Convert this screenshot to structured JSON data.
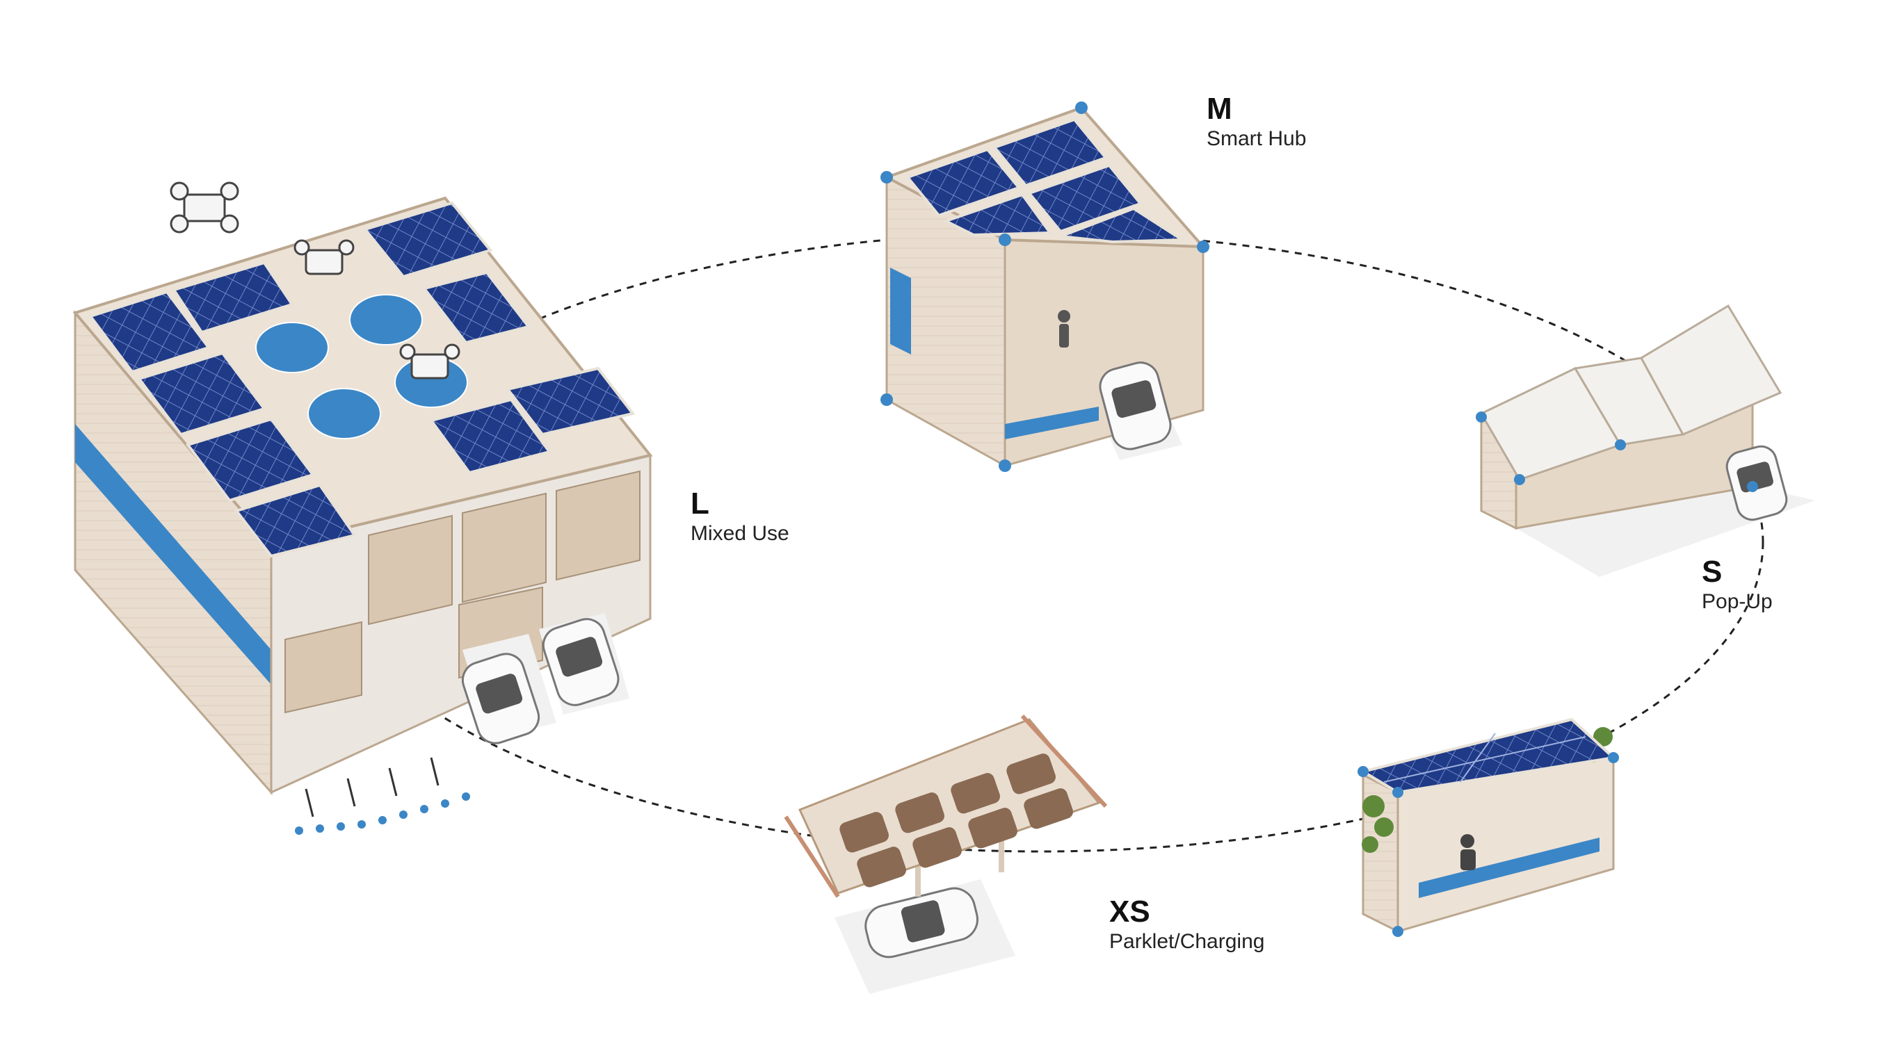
{
  "modules": [
    {
      "size": "L",
      "name": "Mixed Use"
    },
    {
      "size": "M",
      "name": "Smart Hub"
    },
    {
      "size": "S",
      "name": "Pop-Up"
    },
    {
      "size": "XS",
      "name": "Parklet/Charging"
    }
  ],
  "colors": {
    "wood": "#e9ddd0",
    "wood_dark": "#cdb9a3",
    "panel_wall": "#ebe6e0",
    "blue": "#3b86c6",
    "solar": "#1f3a86",
    "solar_line": "#6f86c8",
    "canopy": "#f3f1ee",
    "parklet_tile": "#8a6a52",
    "pad": "#ececec",
    "dashed_ring": "#222222"
  },
  "icons": [
    "drone-icon",
    "car-icon",
    "bicycle-icon",
    "solar-panel-icon",
    "landing-pad-icon",
    "person-icon",
    "plant-icon"
  ]
}
